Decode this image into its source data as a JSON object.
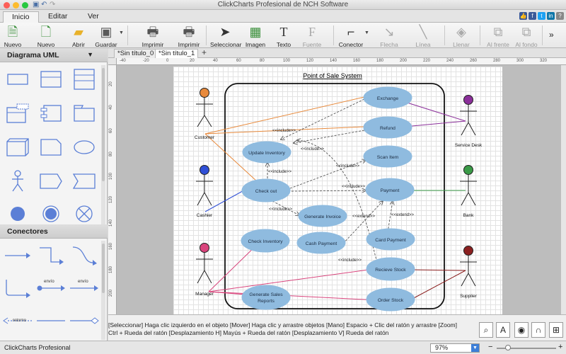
{
  "app": {
    "window_title": "ClickCharts Profesional de NCH Software",
    "status_name": "ClickCharts Profesional"
  },
  "menu_tabs": [
    {
      "label": "Inicio",
      "active": true
    },
    {
      "label": "Editar",
      "active": false
    },
    {
      "label": "Ver",
      "active": false
    }
  ],
  "toolbar": {
    "nuevo": "Nuevo",
    "nuevo_vacio": "Nuevo vacío",
    "abrir": "Abrir",
    "guardar": "Guardar",
    "imprimir_rapido": "Imprimir rápido",
    "imprimir": "Imprimir",
    "seleccionar": "Seleccionar",
    "imagen": "Imagen",
    "texto": "Texto",
    "fuente": "Fuente",
    "conector": "Conector",
    "flecha": "Flecha",
    "linea": "Línea",
    "llenar": "Llenar",
    "al_frente": "Al frente",
    "al_fondo": "Al fondo"
  },
  "left_panel": {
    "shapes_title": "Diagrama UML",
    "connectors_title": "Conectores",
    "connector_captions": [
      "envío",
      "envío",
      "retorno"
    ]
  },
  "doc_tabs": [
    "*Sin título_0",
    "*Sin título_1"
  ],
  "ruler_top": [
    "-40",
    "-20",
    "0",
    "20",
    "40",
    "60",
    "80",
    "100",
    "120",
    "140",
    "160",
    "180",
    "200",
    "220",
    "240",
    "260",
    "280",
    "300",
    "320"
  ],
  "ruler_left": [
    "20",
    "40",
    "60",
    "80",
    "100",
    "120",
    "140",
    "160",
    "180",
    "200"
  ],
  "diagram": {
    "title": "Point of Sale System",
    "actors": {
      "customer": "Customer",
      "cashier": "Cashier",
      "manager": "Manager",
      "service_desk": "Service Desk",
      "bank": "Bank",
      "supplier": "Supplier"
    },
    "actor_colors": {
      "customer": "#e88a3c",
      "cashier": "#2f4fd6",
      "manager": "#d9447c",
      "service_desk": "#8b2f9a",
      "bank": "#3a9a47",
      "supplier": "#8b2020"
    },
    "usecases": {
      "exchange": "Exchange",
      "refund": "Refund",
      "update_inventory": "Update Inventory",
      "scan_item": "Scan Item",
      "check_out": "Check out",
      "payment": "Payment",
      "generate_invoice": "Generate Invoice",
      "cash_payment": "Cash Payment",
      "card_payment": "Card Payment",
      "check_inventory": "Check Inventory",
      "recieve_stock": "Recieve Stock",
      "generate_sales_reports_1": "Generate Sales",
      "generate_sales_reports_2": "Reports",
      "order_stock": "Order Stock"
    },
    "relations": {
      "include": "<<include>>",
      "extend": "<<extend>>"
    },
    "usecase_fill": "#8fbbdf"
  },
  "hint": {
    "line1": "[Seleccionar] Haga clic izquierdo en el objeto [Mover] Haga clic y arrastre objetos [Mano] Espacio + Clic del ratón y arrastre [Zoom]",
    "line2": "Ctrl + Rueda del ratón [Desplazamiento H] Mayús + Rueda del ratón [Desplazamiento V] Rueda del ratón"
  },
  "zoom": {
    "value": "97%"
  }
}
